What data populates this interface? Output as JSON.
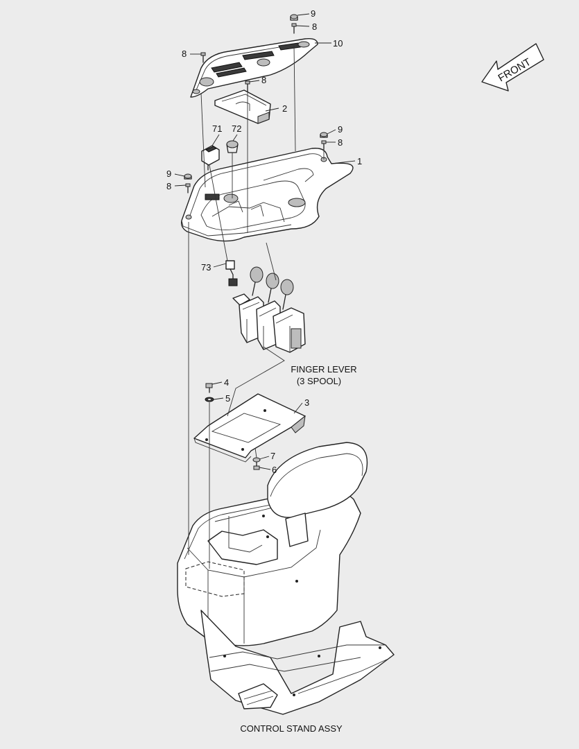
{
  "front_label": "FRONT",
  "assembly_label": "CONTROL STAND ASSY",
  "finger_lever": {
    "line1": "FINGER LEVER",
    "line2": "(3 SPOOL)"
  },
  "callouts": {
    "c9_top": "9",
    "c8_top": "8",
    "c10": "10",
    "c8_left": "8",
    "c8_mid": "8",
    "c2": "2",
    "c71": "71",
    "c72": "72",
    "c9_right": "9",
    "c8_right": "8",
    "c1": "1",
    "c9_left": "9",
    "c8_left2": "8",
    "c73": "73",
    "c4": "4",
    "c5": "5",
    "c3": "3",
    "c7": "7",
    "c6": "6"
  }
}
